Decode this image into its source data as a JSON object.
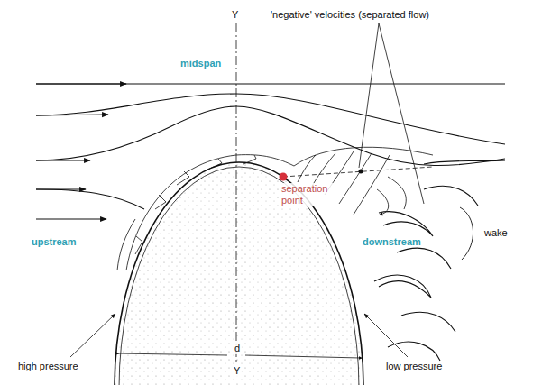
{
  "diagram": {
    "labels": [
      "Y",
      "'negative' velocities (separated flow)",
      "midspan",
      "separation point",
      "upstream",
      "downstream",
      "wake",
      "d",
      "high pressure",
      "low pressure",
      "Y"
    ]
  }
}
